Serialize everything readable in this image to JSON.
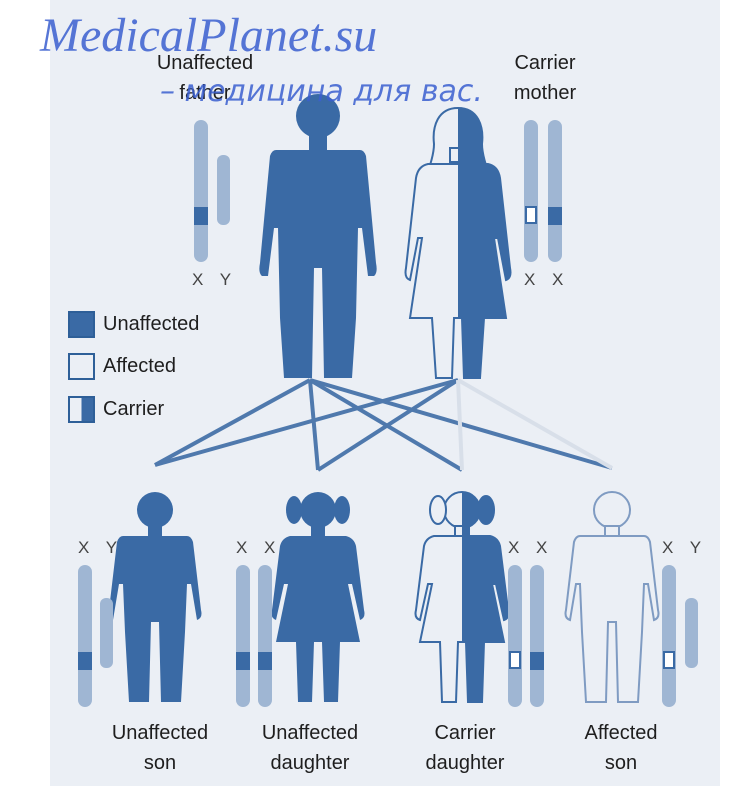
{
  "people": {
    "father": {
      "label_line1": "Unaffected",
      "label_line2": "father",
      "chromosomes": "X Y"
    },
    "mother": {
      "label_line1": "Carrier",
      "label_line2": "mother",
      "chromosomes": "X X"
    }
  },
  "children": [
    {
      "label_line1": "Unaffected",
      "label_line2": "son",
      "chromosomes": "X Y",
      "status": "unaffected"
    },
    {
      "label_line1": "Unaffected",
      "label_line2": "daughter",
      "chromosomes": "X X",
      "status": "unaffected"
    },
    {
      "label_line1": "Carrier",
      "label_line2": "daughter",
      "chromosomes": "X X",
      "status": "carrier"
    },
    {
      "label_line1": "Affected",
      "label_line2": "son",
      "chromosomes": "X Y",
      "status": "affected"
    }
  ],
  "legend": [
    {
      "label": "Unaffected",
      "kind": "unaffected"
    },
    {
      "label": "Affected",
      "kind": "affected"
    },
    {
      "label": "Carrier",
      "kind": "carrier"
    }
  ],
  "watermark": {
    "line1": "MedicalPlanet.su",
    "line2": "– медицина для вас."
  },
  "colors": {
    "dark_blue": "#3a6aa5",
    "light_chromosome": "#9fb6d3",
    "background": "#ebeff5"
  }
}
